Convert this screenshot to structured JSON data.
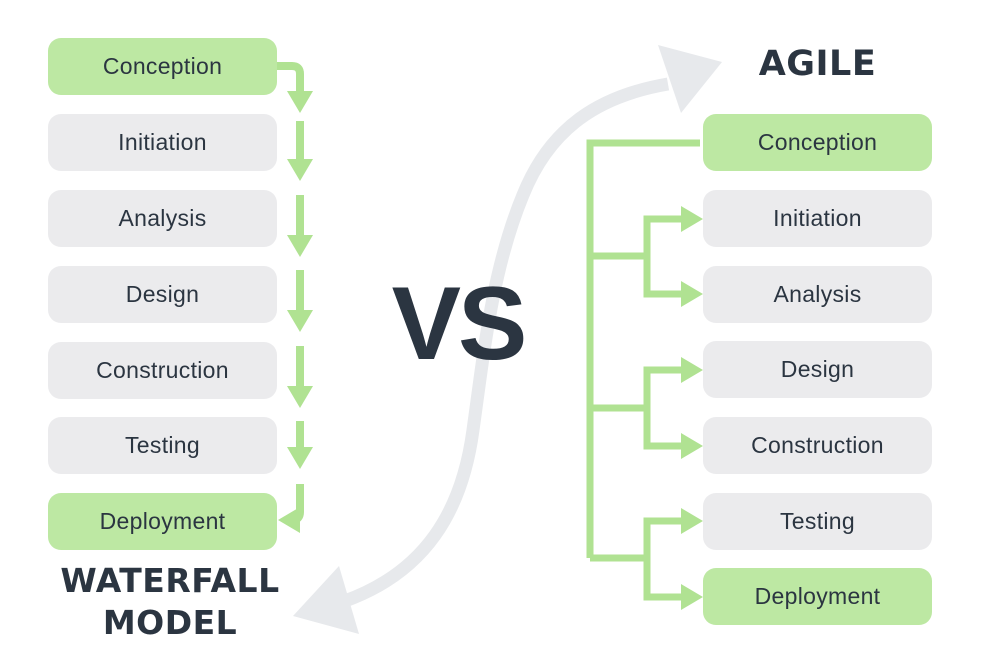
{
  "titles": {
    "versus": "VS",
    "agile": "AGILE",
    "waterfall_line1": "WATERFALL",
    "waterfall_line2": "MODEL"
  },
  "waterfall": {
    "steps": [
      {
        "label": "Conception",
        "highlighted": true
      },
      {
        "label": "Initiation",
        "highlighted": false
      },
      {
        "label": "Analysis",
        "highlighted": false
      },
      {
        "label": "Design",
        "highlighted": false
      },
      {
        "label": "Construction",
        "highlighted": false
      },
      {
        "label": "Testing",
        "highlighted": false
      },
      {
        "label": "Deployment",
        "highlighted": true
      }
    ]
  },
  "agile": {
    "steps": [
      {
        "label": "Conception",
        "highlighted": true
      },
      {
        "label": "Initiation",
        "highlighted": false
      },
      {
        "label": "Analysis",
        "highlighted": false
      },
      {
        "label": "Design",
        "highlighted": false
      },
      {
        "label": "Construction",
        "highlighted": false
      },
      {
        "label": "Testing",
        "highlighted": false
      },
      {
        "label": "Deployment",
        "highlighted": true
      }
    ]
  },
  "icons": {
    "vs_arrow": "curved-double-headed-arrow",
    "waterfall_flow_arrow": "elbow-down-arrow-chain",
    "agile_branch_arrow": "right-arrow-tree-connectors"
  },
  "colors": {
    "green_fill": "#bde8a3",
    "green_line": "#b0e292",
    "gray_fill": "#ebebed",
    "dark": "#2b3541",
    "arrow_gray": "#e7e9ec",
    "bg": "#ffffff"
  }
}
